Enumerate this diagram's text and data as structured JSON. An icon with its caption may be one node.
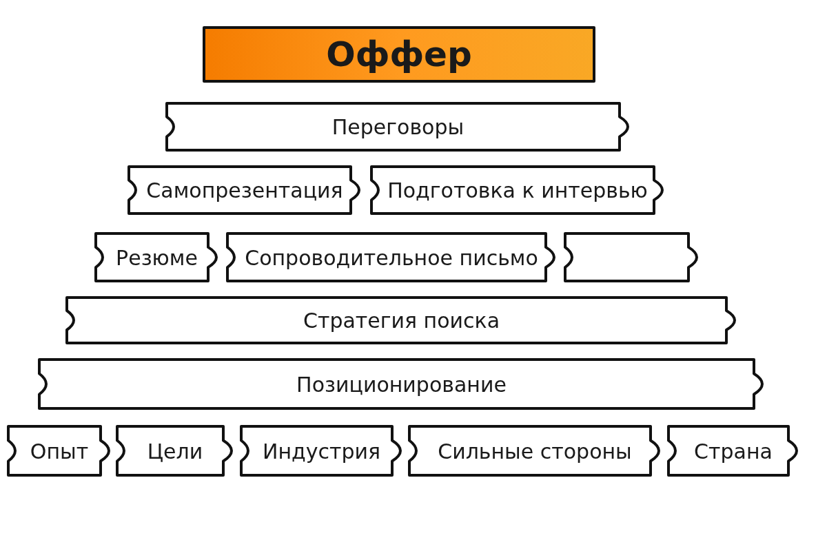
{
  "diagram": {
    "nodes": [
      {
        "text": [
          "Оффер"
        ]
      },
      {
        "text": [
          "Переговоры"
        ]
      },
      {
        "text": [
          "Самопрезентация"
        ]
      },
      {
        "text": [
          "Подготовка к интервью"
        ]
      },
      {
        "text": [
          "Резюме"
        ]
      },
      {
        "text": [
          "Сопроводительное письмо"
        ]
      },
      {
        "text": [],
        "shape": "box"
      },
      {
        "text": [
          "Стратегия поиска"
        ]
      },
      {
        "text": [
          "Позиционирование"
        ]
      },
      {
        "text": [
          "Опыт"
        ]
      },
      {
        "text": [
          "Цели"
        ]
      },
      {
        "text": [
          "Индустрия"
        ]
      },
      {
        "text": [
          "Сильные стороны"
        ]
      },
      {
        "text": [
          "Страна"
        ]
      }
    ],
    "edges": []
  }
}
